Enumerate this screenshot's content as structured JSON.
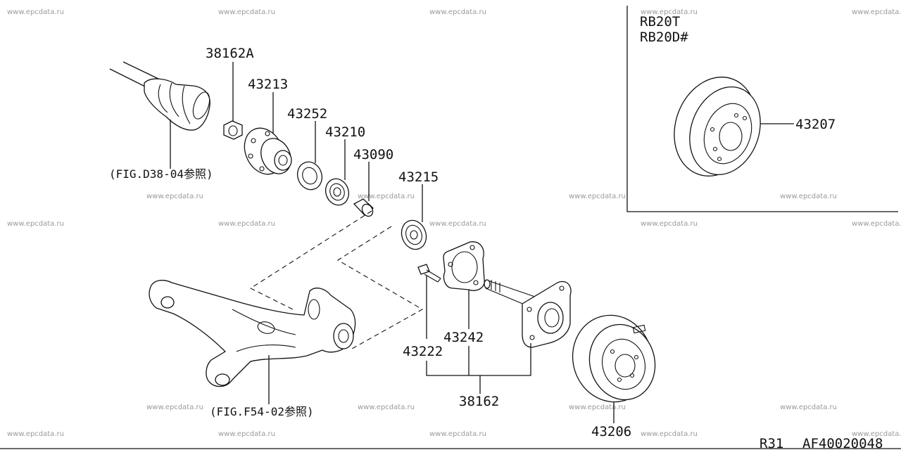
{
  "watermark": "www.epcdata.ru",
  "variant": {
    "lines": [
      "RB20T",
      "RB20D#"
    ]
  },
  "parts": {
    "p38162A": "38162A",
    "p43213": "43213",
    "p43252": "43252",
    "p43210": "43210",
    "p43090": "43090",
    "p43215": "43215",
    "p43207": "43207",
    "p43222": "43222",
    "p43242": "43242",
    "p38162": "38162",
    "p43206": "43206"
  },
  "references": {
    "driveshaft": "(FIG.D38-04参照)",
    "suspension_arm": "(FIG.F54-02参照)"
  },
  "footer": {
    "model": "R31",
    "diagram_code": "AF40020048"
  }
}
